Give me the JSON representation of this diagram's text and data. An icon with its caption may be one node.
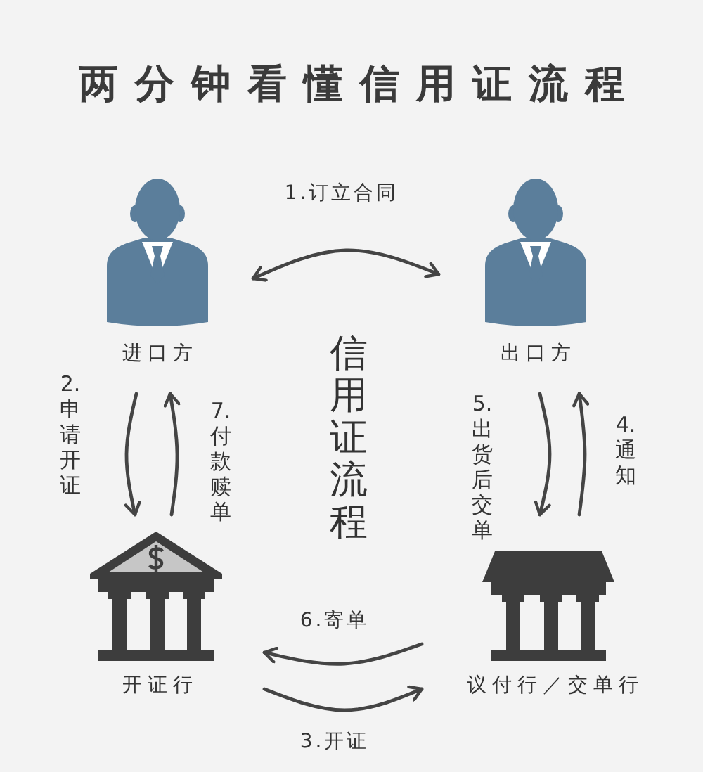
{
  "diagram": {
    "title": "两分钟看懂信用证流程",
    "nodes": [
      {
        "text": [
          "进口方"
        ]
      },
      {
        "text": [
          "出口方"
        ]
      },
      {
        "text": [
          "开证行"
        ]
      },
      {
        "text": [
          "议付行／交单行"
        ]
      }
    ],
    "edges": [
      {
        "from": 0,
        "to": 1,
        "arrow": "both",
        "label": "1.订立合同"
      },
      {
        "from": 0,
        "to": 2,
        "arrow": "to",
        "label": "2.申请开证"
      },
      {
        "from": 2,
        "to": 3,
        "arrow": "to",
        "label": "3.开证"
      },
      {
        "from": 3,
        "to": 1,
        "arrow": "to",
        "label": "4.通知"
      },
      {
        "from": 1,
        "to": 3,
        "arrow": "to",
        "label": "5.出货后交单"
      },
      {
        "from": 3,
        "to": 2,
        "arrow": "to",
        "label": "6.寄单"
      },
      {
        "from": 2,
        "to": 0,
        "arrow": "to",
        "label": "7.付款赎单"
      }
    ],
    "labels": [
      "信用证流程"
    ]
  }
}
